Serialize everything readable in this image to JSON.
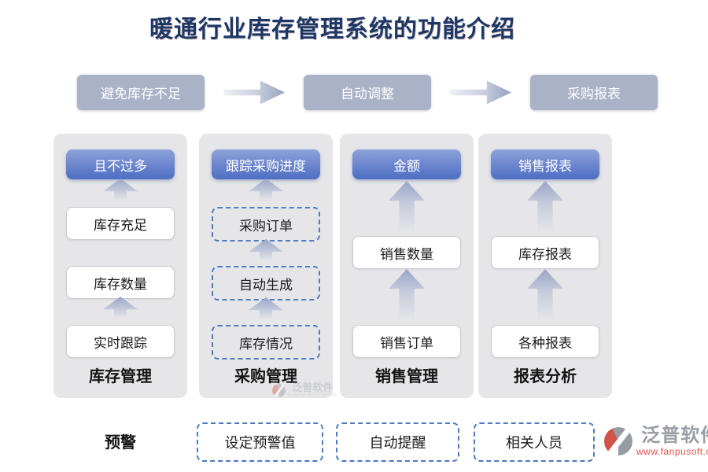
{
  "title": "暖通行业库存管理系统的功能介绍",
  "flow_steps": [
    "避免库存不足",
    "自动调整",
    "采购报表"
  ],
  "columns": [
    {
      "header": "且不过多",
      "boxes": [
        "库存充足",
        "库存数量",
        "实时跟踪"
      ],
      "box_style": "solid",
      "label": "库存管理",
      "layout": "col1"
    },
    {
      "header": "跟踪采购进度",
      "boxes": [
        "采购订单",
        "自动生成",
        "库存情况"
      ],
      "box_style": "dashed",
      "label": "采购管理",
      "layout": "col2"
    },
    {
      "header": "金额",
      "boxes": [
        "销售数量",
        "销售订单"
      ],
      "box_style": "solid",
      "label": "销售管理",
      "layout": "col3"
    },
    {
      "header": "销售报表",
      "boxes": [
        "库存报表",
        "各种报表"
      ],
      "box_style": "solid",
      "label": "报表分析",
      "layout": "col3"
    }
  ],
  "alert_row": {
    "label": "预警",
    "items": [
      "设定预警值",
      "自动提醒",
      "相关人员"
    ]
  },
  "watermark": {
    "name": "泛普软件",
    "subtext": "FANPU SOFTWARE"
  },
  "brand": {
    "name": "泛普软件",
    "url": "www.fanpusoft.com"
  },
  "colors": {
    "title": "#1c3766",
    "flow_button_bg": "#a9b2c7",
    "panel_bg": "#e6e6e9",
    "header_gradient_top": "#8da3da",
    "header_gradient_bottom": "#4c6ec3",
    "dashed_border": "#4d79c6",
    "arrow_dark": "#99a5c4",
    "brand_text": "#999ea6",
    "brand_url": "#df544a"
  }
}
